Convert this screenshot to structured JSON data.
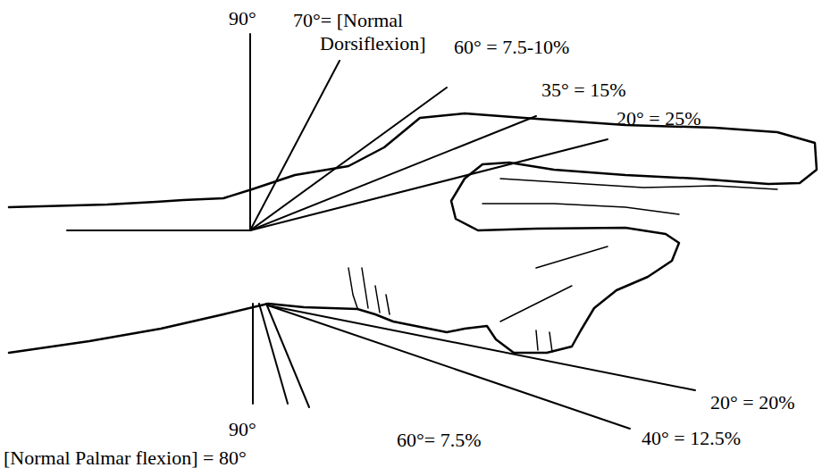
{
  "diagram": {
    "labels": [
      "90°",
      "70°= [Normal Dorsiflexion]",
      "60° = 7.5-10%",
      "35° = 15%",
      "20° = 25%",
      "20° = 20%",
      "40° = 12.5%",
      "90°",
      "60°= 7.5%",
      "[Normal Palmar flexion] = 80°"
    ]
  }
}
